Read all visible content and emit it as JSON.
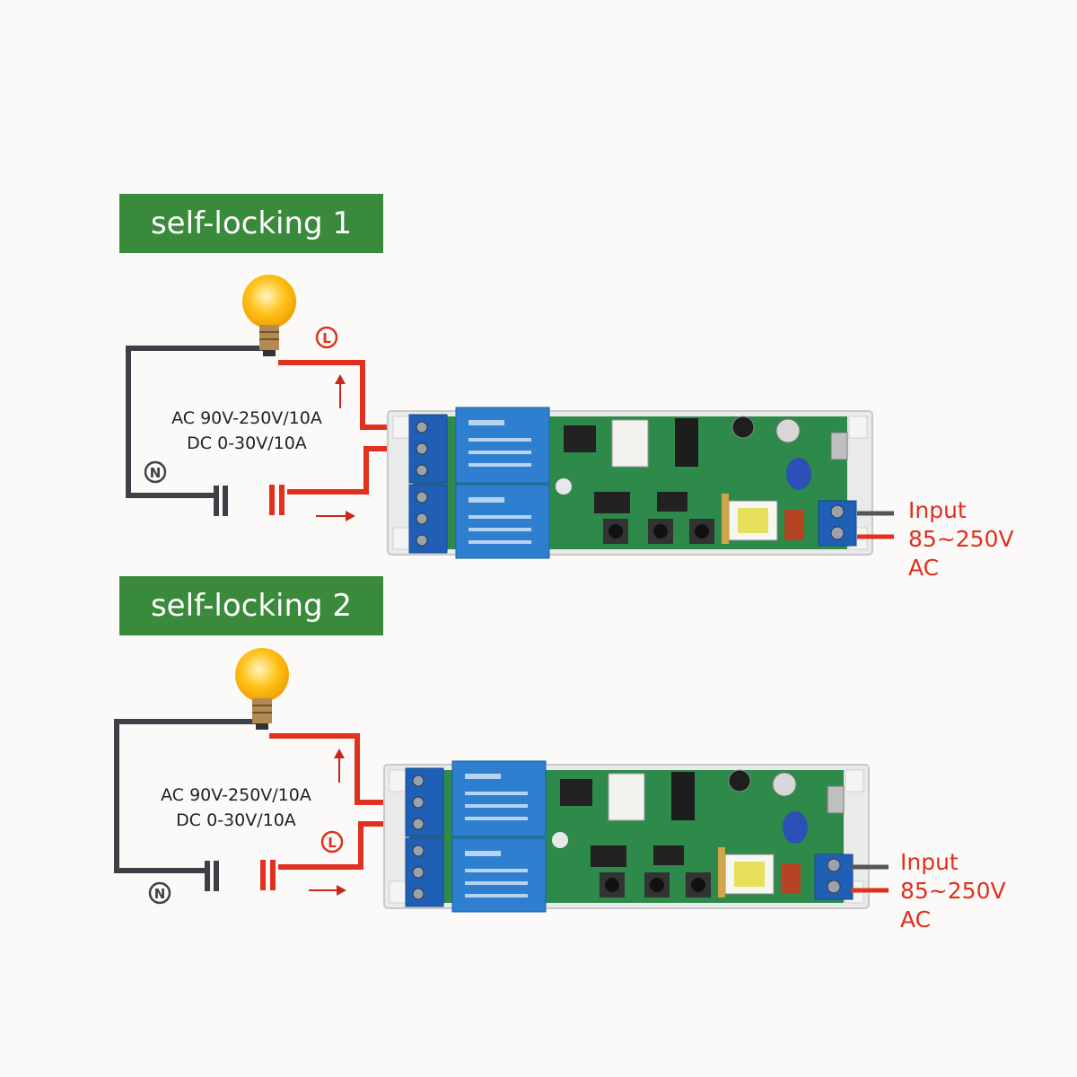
{
  "panels": [
    {
      "title": "self-locking 1",
      "spec_ac": "AC 90V-250V/10A",
      "spec_dc": "DC 0-30V/10A",
      "live_symbol": "L",
      "neutral_symbol": "N",
      "input_line1": "Input",
      "input_line2": "85~250V",
      "input_line3": "AC"
    },
    {
      "title": "self-locking 2",
      "spec_ac": "AC 90V-250V/10A",
      "spec_dc": "DC 0-30V/10A",
      "live_symbol": "L",
      "neutral_symbol": "N",
      "input_line1": "Input",
      "input_line2": "85~250V",
      "input_line3": "AC"
    }
  ],
  "colors": {
    "banner_green": "#3a8a3c",
    "live_wire": "#e0301e",
    "neutral_wire": "#3d4147",
    "pcb_green": "#2e8a4a",
    "relay_blue": "#2f7fd0",
    "terminal_blue": "#1f5fb5",
    "bulb_yellow": "#ffc21a"
  },
  "icons": [
    "light-bulb-icon",
    "relay-board-icon",
    "up-arrow-icon",
    "right-arrow-icon",
    "plug-icon"
  ]
}
